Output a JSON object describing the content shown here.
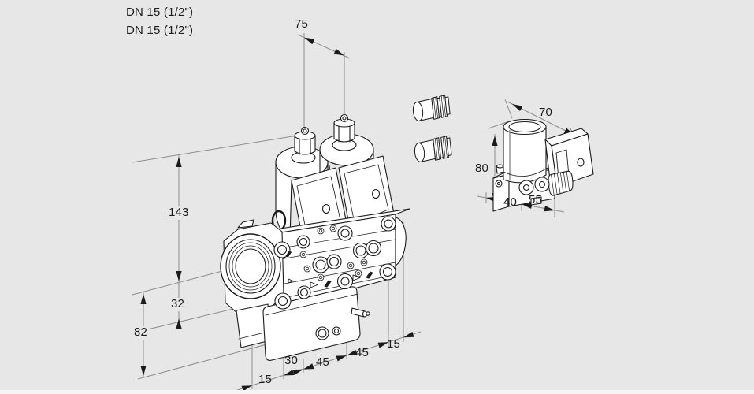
{
  "header": {
    "port_size_line1": "DN 15 (1/2\")",
    "port_size_line2": "DN 15 (1/2\")"
  },
  "main_view": {
    "dim_width_top": "75",
    "dim_height_upper": "143",
    "dim_height_port": "32",
    "dim_height_lower": "82",
    "dim_depth_left": "15",
    "dim_bottom_a": "30",
    "dim_bottom_b": "45",
    "dim_bottom_c": "45",
    "dim_depth_right": "15"
  },
  "side_view": {
    "dim_depth_top": "70",
    "dim_height": "80",
    "dim_bottom_a": "40",
    "dim_bottom_b": "55"
  },
  "colors": {
    "background": "#e7e7e7",
    "drawing_line": "#1a1a1a",
    "dimension_line": "#8c8c8c",
    "text": "#1c1c1c"
  }
}
